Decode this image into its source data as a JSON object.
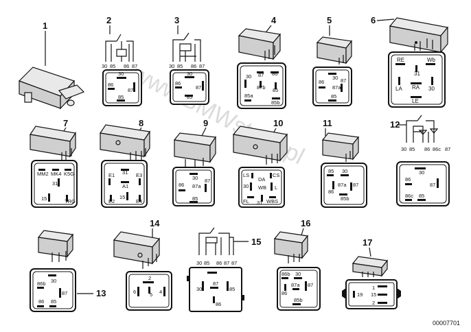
{
  "callouts": [
    "1",
    "2",
    "3",
    "4",
    "5",
    "6",
    "7",
    "8",
    "9",
    "10",
    "11",
    "12",
    "13",
    "14",
    "15",
    "16",
    "17"
  ],
  "pins": {
    "r2": [
      "30",
      "85",
      "86",
      "87",
      "30",
      "86",
      "87",
      "85"
    ],
    "r3": [
      "30",
      "85",
      "86",
      "87",
      "30",
      "86",
      "87",
      "85"
    ],
    "r4": [
      "30",
      "87",
      "86",
      "87b",
      "85",
      "85a",
      "85b"
    ],
    "r5": [
      "30",
      "86",
      "87",
      "87a",
      "85"
    ],
    "r6": [
      "RE",
      "Wb",
      "31",
      "LA",
      "RA",
      "30",
      "LE"
    ],
    "r7": [
      "MM2",
      "MK4",
      "K5G",
      "31",
      "15",
      "TRG"
    ],
    "r8": [
      "E1",
      "31",
      "E3",
      "A1",
      "15",
      "E2",
      "E4"
    ],
    "r9": [
      "30",
      "86",
      "87",
      "87a",
      "85"
    ],
    "r10": [
      "LS",
      "CS",
      "DA",
      "30",
      "WB",
      "L",
      "FL",
      "31",
      "WBS"
    ],
    "r11": [
      "85",
      "30",
      "86",
      "87a",
      "87",
      "85b"
    ],
    "r12": [
      "30",
      "85",
      "86",
      "86c",
      "87",
      "30",
      "86",
      "87",
      "86c",
      "85"
    ],
    "r13": [
      "86b",
      "30",
      "87",
      "86",
      "85"
    ],
    "r14": [
      "2",
      "6",
      "5",
      "4"
    ],
    "r15": [
      "30",
      "85",
      "86",
      "87",
      "87",
      "30",
      "87",
      "85",
      "86"
    ],
    "r16": [
      "86b",
      "30",
      "87a",
      "87",
      "86",
      "85b"
    ],
    "r17": [
      "1",
      "19",
      "15",
      "2"
    ]
  },
  "watermark": "www.BMWstore.pl",
  "catalog_number": "00007701"
}
